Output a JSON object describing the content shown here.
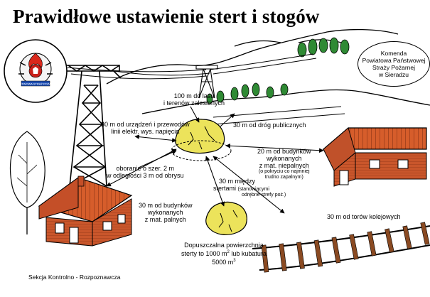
{
  "title": "Prawidłowe ustawienie stert i stogów",
  "institution": {
    "line1": "Komenda",
    "line2": "Powiatowa Państwowej",
    "line3": "Straży Pożarnej",
    "line4": "w Sieradzu"
  },
  "labels": {
    "forest": {
      "line1": "100 m do lasu",
      "line2": "i terenów zalesionych"
    },
    "power_line": {
      "line1": "30 m od urządzeń i przewodów",
      "line2": "linii elektr. wys. napięcia"
    },
    "public_roads": "30 m od dróg publicznych",
    "non_flammable": {
      "line1": "20 m od budynków",
      "line2": "wykonanych",
      "line3": "z mat. niepalnych",
      "note1": "(o pokryciu co najmniej",
      "note2": "trudno zapalnym)"
    },
    "plowing": {
      "line1": "oboranie o szer. 2 m",
      "line2": "w odległości 3 m od obrysu"
    },
    "between_stacks": {
      "line1": "30 m między",
      "line2": "stertami",
      "note1": "(stanowiącymi",
      "note2": "odrębne strefy poż.)"
    },
    "flammable": {
      "line1": "30 m od budynków",
      "line2": "wykonanych",
      "line3": "z mat. palnych"
    },
    "railway": "30 m od torów kolejowych",
    "max_area": {
      "line1": "Dopuszczalna powierzchnia",
      "line2a": "sterty to 1000 m",
      "sup2": "2",
      "line2b": " lub kubatura",
      "line3a": "5000 m",
      "sup3": "3"
    }
  },
  "footer": "Sekcja Kontrolno - Rozpoznawcza",
  "badge_text": "PAŃSTWOWA STRAŻ POŻARNA",
  "colors": {
    "ink": "#000000",
    "haystack": "#e8e25a",
    "roof": "#d25a2a",
    "wall": "#c5532a"
  }
}
